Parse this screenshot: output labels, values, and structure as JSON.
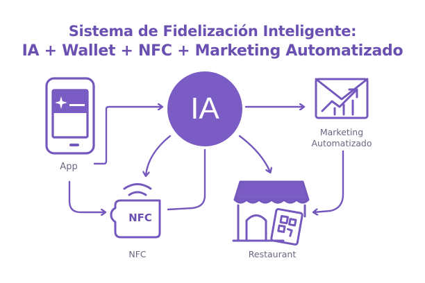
{
  "title": {
    "line1": "Sistema de Fidelización Inteligente:",
    "line2": "IA + Wallet + NFC + Marketing Automatizado"
  },
  "nodes": {
    "app": "App",
    "ai": "IA",
    "marketing_line1": "Marketing",
    "marketing_line2": "Automatizado",
    "nfc_label": "NFC",
    "nfc_card_text": "NFC",
    "restaurant": "Restaurant"
  },
  "colors": {
    "primary": "#7b5cc4",
    "stroke": "#7558bd",
    "title": "#6a50b0",
    "label": "#6d6480"
  }
}
